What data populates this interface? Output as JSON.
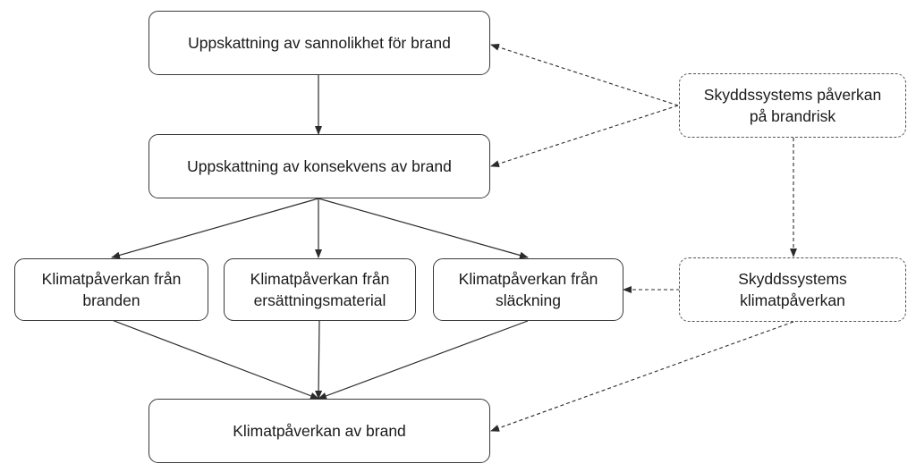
{
  "nodes": {
    "probability": {
      "lines": [
        "Uppskattning av sannolikhet för brand"
      ]
    },
    "consequence": {
      "lines": [
        "Uppskattning av konsekvens av brand"
      ]
    },
    "fire_impact": {
      "lines": [
        "Klimatpåverkan från",
        "branden"
      ]
    },
    "replacement": {
      "lines": [
        "Klimatpåverkan från",
        "ersättningsmaterial"
      ]
    },
    "extinguishing": {
      "lines": [
        "Klimatpåverkan från",
        "släckning"
      ]
    },
    "total": {
      "lines": [
        "Klimatpåverkan av brand"
      ]
    },
    "protection_risk": {
      "lines": [
        "Skyddssystems påverkan",
        "på brandrisk"
      ]
    },
    "protection_climate": {
      "lines": [
        "Skyddssystems",
        "klimatpåverkan"
      ]
    }
  },
  "colors": {
    "border": "#3a3a3a",
    "dashed_border": "#555555",
    "arrow": "#2b2b2b",
    "text": "#1a1a1a"
  }
}
